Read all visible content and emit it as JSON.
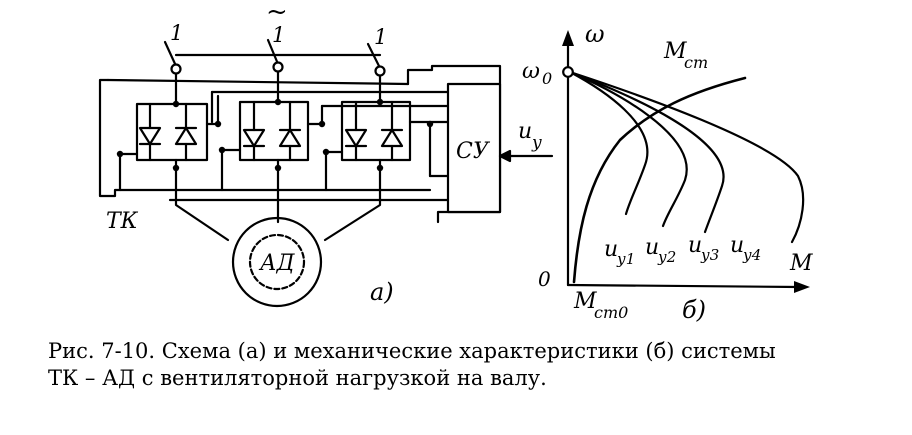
{
  "circuit": {
    "phase_marks": [
      "1",
      "1",
      "1"
    ],
    "ac_symbol": "~",
    "control_block": "СУ",
    "control_input": "u",
    "control_input_sub": "у",
    "converter_label": "ТК",
    "motor_label": "АД",
    "panel_tag": "а)"
  },
  "chart": {
    "y_axis_label": "ω",
    "x_axis_label": "M",
    "origin_label": "0",
    "omega0_main": "ω",
    "omega0_sub": "0",
    "load_curve_main": "M",
    "load_curve_sub": "ст",
    "mst0_main": "M",
    "mst0_sub": "ст0",
    "panel_tag": "б)",
    "curves": [
      {
        "main": "u",
        "sub": "у1"
      },
      {
        "main": "u",
        "sub": "у2"
      },
      {
        "main": "u",
        "sub": "у3"
      },
      {
        "main": "u",
        "sub": "у4"
      }
    ]
  },
  "caption": {
    "line1": "Рис. 7-10. Схема (а) и механические характеристики (б) системы",
    "line2": "ТК – АД с вентиляторной нагрузкой на валу."
  }
}
